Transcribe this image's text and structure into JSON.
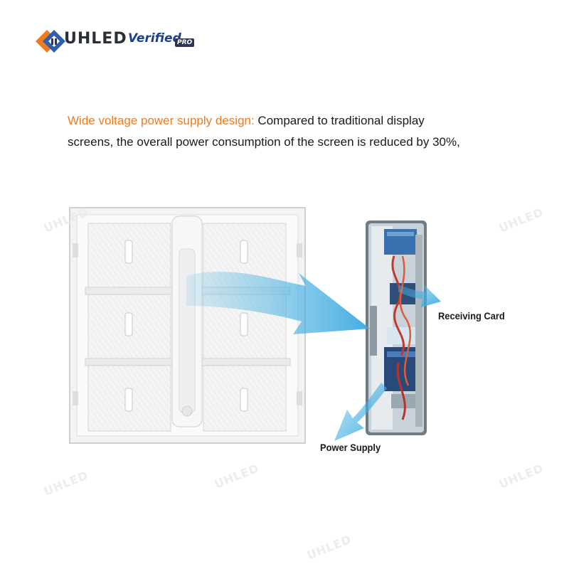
{
  "logo": {
    "brand": "UHLED",
    "verified": "Verified",
    "pro": "PRO",
    "brand_colors": {
      "orange": "#f07a1e",
      "blue": "#2d5fae",
      "dark": "#2d3553"
    }
  },
  "headline": {
    "highlight": "Wide voltage power supply design:",
    "line1_rest": " Compared to traditional display",
    "line2": "screens, the overall power consumption of the screen is reduced by 30%,"
  },
  "labels": {
    "receiving_card": "Receiving Card",
    "power_supply": "Power Supply"
  },
  "watermark": "UHLED",
  "colors": {
    "accent": "#f07a1e",
    "arrow": "#4fb6e6",
    "panel": "#f2f2f2",
    "text": "#1a1a1a"
  }
}
